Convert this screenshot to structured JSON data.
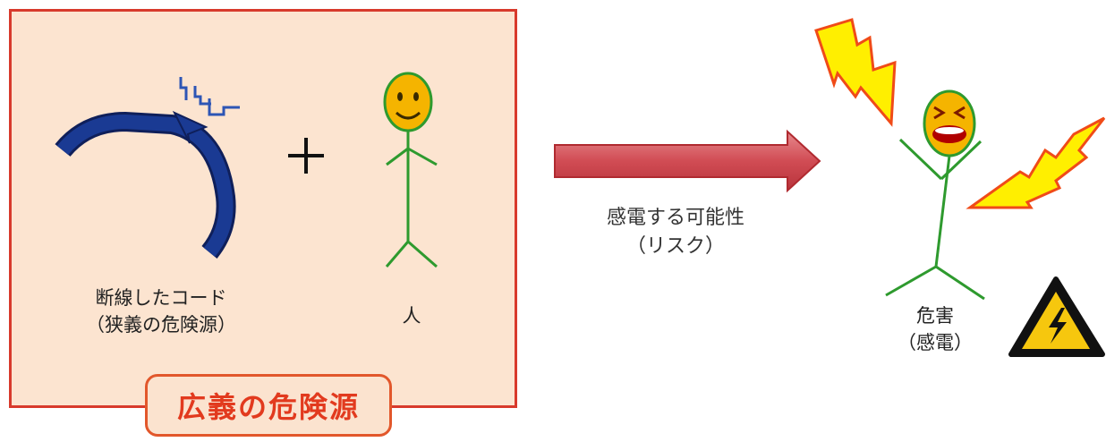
{
  "broad_hazard": {
    "label": "広義の危険源",
    "cord_caption_line1": "断線したコード",
    "cord_caption_line2": "（狭義の危険源）",
    "plus_symbol": "+",
    "person_caption": "人"
  },
  "risk": {
    "caption_line1": "感電する可能性",
    "caption_line2": "（リスク）"
  },
  "harm": {
    "caption_line1": "危害",
    "caption_line2": "（感電）"
  },
  "colors": {
    "box_fill": "#fce4d0",
    "box_border": "#d83a2c",
    "cord": "#1a3a93",
    "spark_line": "#2d55b5",
    "face": "#f5b400",
    "face_outline": "#2e9a2e",
    "stick_figure": "#2e9a2e",
    "arrow": "#d9585f",
    "lightning_fill": "#ffef00",
    "lightning_outline": "#f04b18",
    "warning_fill": "#f6c70e"
  },
  "icons": [
    "broken-cord-icon",
    "spark-icon",
    "person-icon",
    "arrow-right-icon",
    "lightning-bolt-icon",
    "electrocuted-person-icon",
    "electric-warning-icon"
  ]
}
